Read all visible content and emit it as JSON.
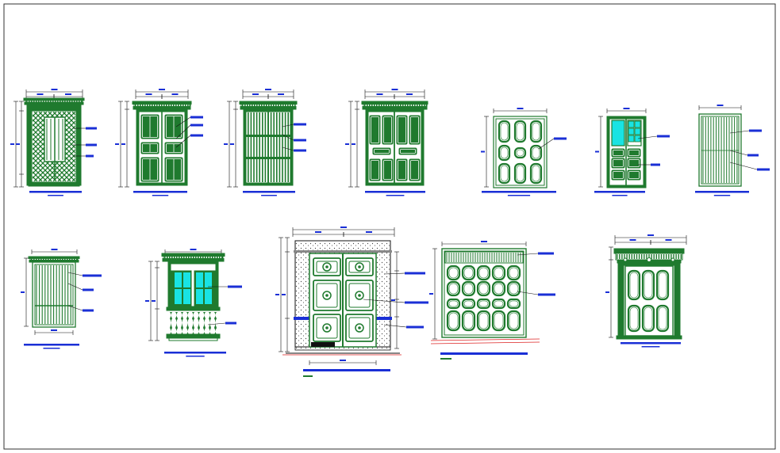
{
  "drawing": {
    "line_color": "#1f7a2e",
    "dim_color": "#111111",
    "label_color": "#1a2fd6",
    "glass_color": "#19e3e3",
    "frame_color": "#333333"
  },
  "doors": [
    {
      "id": "door-lattice",
      "style": "lattice"
    },
    {
      "id": "door-six-panel-cornice",
      "style": "six-panel"
    },
    {
      "id": "door-vertical-bars",
      "style": "bars"
    },
    {
      "id": "door-tall-panels-cornice",
      "style": "tall-panels"
    },
    {
      "id": "door-oval-panels",
      "style": "oval-panels"
    },
    {
      "id": "door-glazed-upper",
      "style": "glazed-upper"
    },
    {
      "id": "door-slatted",
      "style": "slatted"
    },
    {
      "id": "door-slatted-small",
      "style": "slatted"
    },
    {
      "id": "window-balcony-railing",
      "style": "balcony"
    },
    {
      "id": "door-carved-double-wall",
      "style": "carved-double"
    },
    {
      "id": "door-wide-garage-panels",
      "style": "wide-panels"
    },
    {
      "id": "door-ornate-portal",
      "style": "portal"
    }
  ]
}
